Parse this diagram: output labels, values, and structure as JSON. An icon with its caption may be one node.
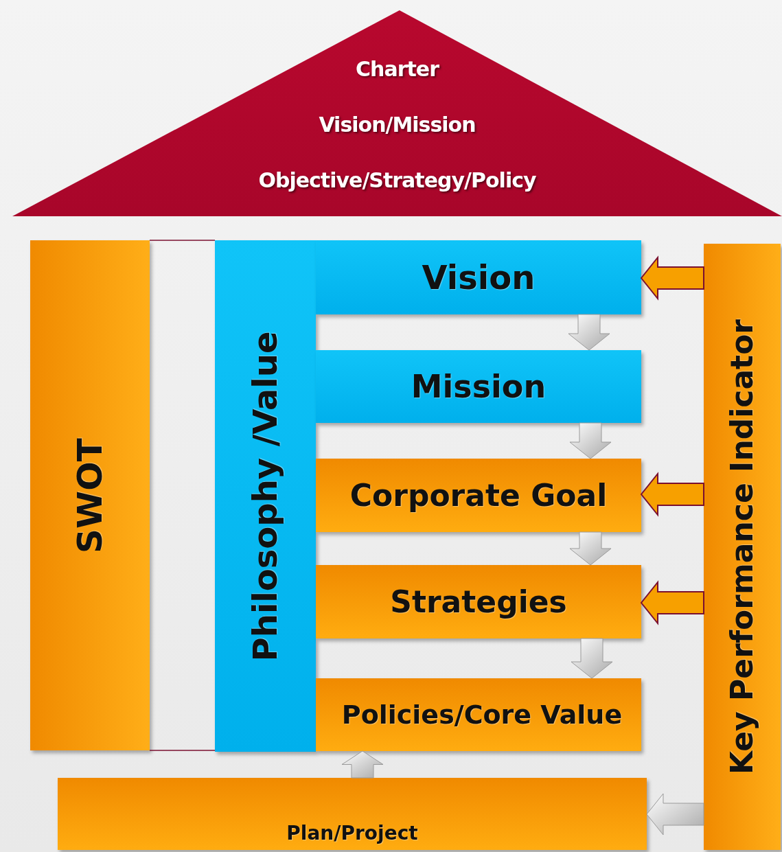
{
  "diagram": {
    "nodes": [
      {
        "text": [
          "Charter",
          "Vision/Mission",
          "Objective/Strategy/Policy"
        ]
      },
      {
        "text": [
          "SWOT"
        ]
      },
      {
        "text": [
          "Philosophy /Value"
        ]
      },
      {
        "text": [
          "Vision"
        ]
      },
      {
        "text": [
          "Mission"
        ]
      },
      {
        "text": [
          "Corporate Goal"
        ]
      },
      {
        "text": [
          "Strategies"
        ]
      },
      {
        "text": [
          "Policies/Core Value"
        ]
      },
      {
        "text": [
          "Plan/Project"
        ]
      },
      {
        "text": [
          "Key Performance Indicator"
        ]
      }
    ],
    "edges": [
      {
        "from": 9,
        "to": 3,
        "arrow": "to",
        "color": "#f7a000"
      },
      {
        "from": 3,
        "to": 4,
        "arrow": "to"
      },
      {
        "from": 4,
        "to": 5,
        "arrow": "to"
      },
      {
        "from": 9,
        "to": 5,
        "arrow": "to",
        "color": "#f7a000"
      },
      {
        "from": 5,
        "to": 6,
        "arrow": "to"
      },
      {
        "from": 9,
        "to": 6,
        "arrow": "to",
        "color": "#f7a000"
      },
      {
        "from": 6,
        "to": 7,
        "arrow": "to"
      },
      {
        "from": 8,
        "to": 7,
        "arrow": "to"
      },
      {
        "from": 9,
        "to": 8,
        "arrow": "to"
      },
      {
        "from": 1,
        "to": 2,
        "arrow": "none",
        "color": "#7a1030"
      },
      {
        "from": 1,
        "to": 2,
        "arrow": "none",
        "color": "#7a1030"
      }
    ]
  }
}
